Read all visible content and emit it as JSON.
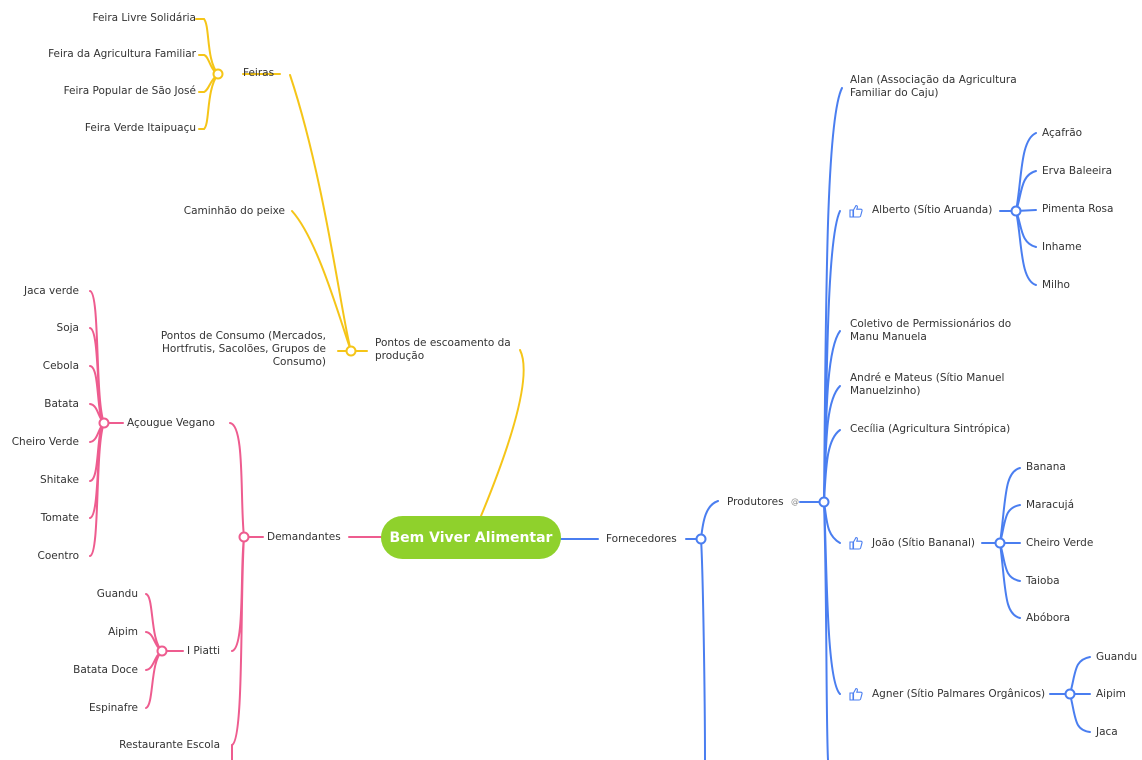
{
  "root": "Bem Viver Alimentar",
  "colors": {
    "yellow": "#f5c518",
    "pink": "#ee5c8f",
    "blue": "#4a7ef0",
    "root_bg": "#8fd12c"
  },
  "yellow": {
    "main": "Pontos de escoamento da produção",
    "feiras": "Feiras",
    "feira_items": [
      "Feira Livre Solidária",
      "Feira da Agricultura Familiar",
      "Feira Popular de São José",
      "Feira Verde Itaipuaçu"
    ],
    "caminhao": "Caminhão do peixe",
    "pontos_consumo": "Pontos de Consumo (Mercados, Hortfrutis, Sacolões, Grupos de Consumo)"
  },
  "pink": {
    "main": "Demandantes",
    "acougue": "Açougue Vegano",
    "acougue_items": [
      "Jaca verde",
      "Soja",
      "Cebola",
      "Batata",
      "Cheiro Verde",
      "Shitake",
      "Tomate",
      "Coentro"
    ],
    "ipiatti": "I Piatti",
    "ipiatti_items": [
      "Guandu",
      "Aipim",
      "Batata Doce",
      "Espinafre"
    ],
    "restaurante": "Restaurante Escola"
  },
  "blue": {
    "main": "Fornecedores",
    "produtores": "Produtores",
    "produtores_badge": "@",
    "alan": "Alan (Associação da Agricultura Familiar do Caju)",
    "alberto": "Alberto (Sítio Aruanda)",
    "alberto_items": [
      "Açafrão",
      "Erva Baleeira",
      "Pimenta Rosa",
      "Inhame",
      "Milho"
    ],
    "coletivo": "Coletivo de Permissionários do Manu Manuela",
    "andre": "André e Mateus (Sítio Manuel Manuelzinho)",
    "cecilia": "Cecília (Agricultura Sintrópica)",
    "joao": "João (Sítio Bananal)",
    "joao_items": [
      "Banana",
      "Maracujá",
      "Cheiro Verde",
      "Taioba",
      "Abóbora"
    ],
    "agner": "Agner (Sítio Palmares Orgânicos)",
    "agner_items": [
      "Guandu",
      "Aipim",
      "Jaca"
    ]
  },
  "icons": {
    "like": "thumbs-up-icon"
  }
}
